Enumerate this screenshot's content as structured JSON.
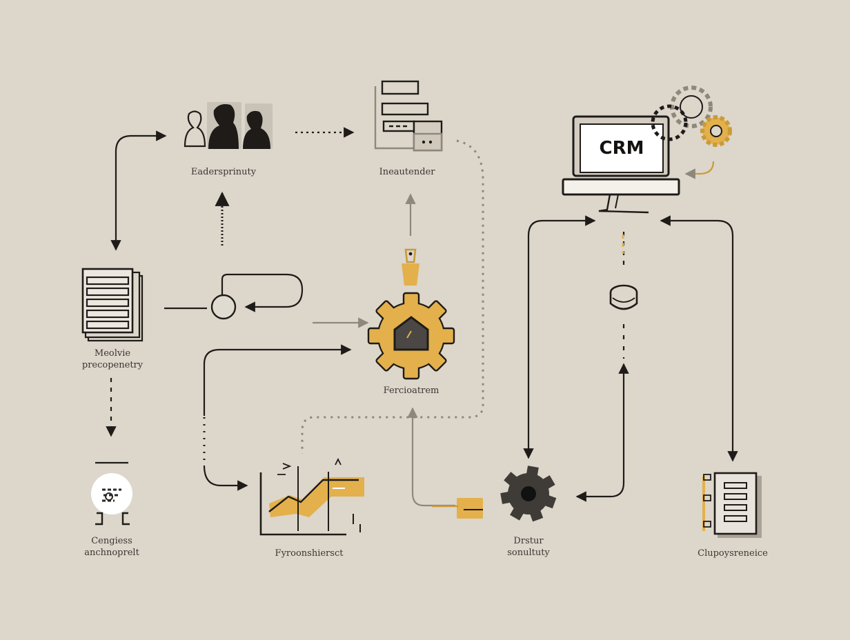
{
  "colors": {
    "background": "#dcd6cb",
    "ink": "#1e1b18",
    "accent": "#e3b04b",
    "soft": "#a9a296",
    "dark_gear": "#3f3c38"
  },
  "nodes": {
    "users": {
      "label": "Eadersprinuty",
      "icon": "user-group-icon"
    },
    "form": {
      "label": "Ineautender",
      "icon": "form-document-icon"
    },
    "crm": {
      "screen_text": "CRM",
      "icon": "laptop-icon"
    },
    "list": {
      "label": "Meolvie\nprecopenetry",
      "icon": "document-list-icon"
    },
    "process": {
      "label": "Fercioatrem",
      "icon": "gear-icon"
    },
    "contact": {
      "label": "Cengiess\nanchnoprelt",
      "icon": "contact-icon"
    },
    "chart": {
      "label": "Fyroonshiersct",
      "icon": "chart-icon"
    },
    "settings": {
      "label": "Drstur\nsonultuty",
      "icon": "dark-gear-icon"
    },
    "report": {
      "label": "Clupoysreneice",
      "icon": "report-icon"
    }
  }
}
